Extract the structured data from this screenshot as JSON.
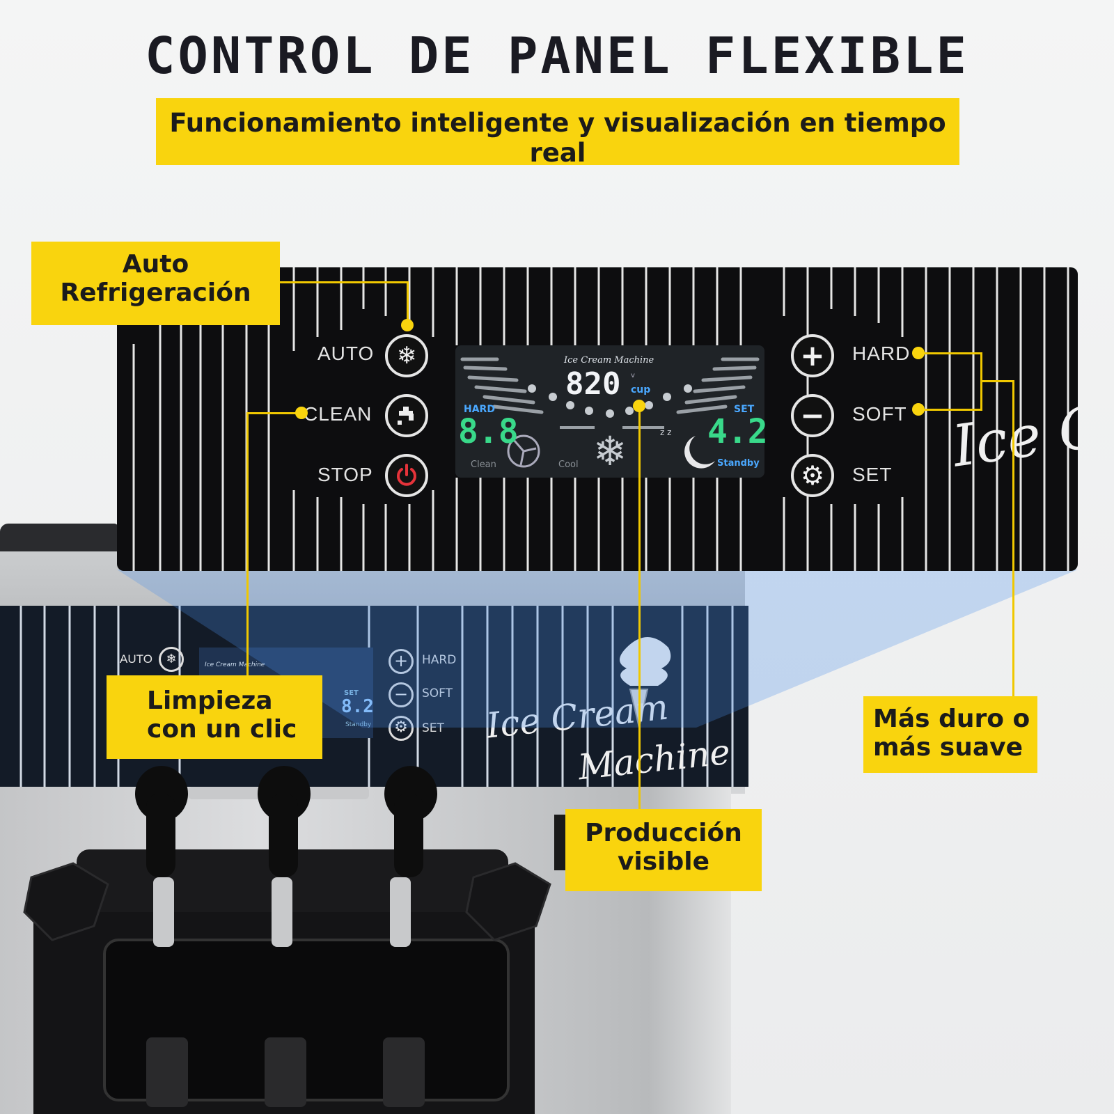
{
  "header": {
    "title": "CONTROL DE PANEL FLEXIBLE",
    "subtitle": "Funcionamiento inteligente y visualización en tiempo real"
  },
  "callouts": {
    "auto": [
      "Auto",
      "Refrigeración"
    ],
    "clean": [
      "Limpieza",
      "con un clic"
    ],
    "production": [
      "Producción",
      "visible"
    ],
    "hardness": [
      "Más duro o",
      "más suave"
    ]
  },
  "panel": {
    "left_buttons": [
      {
        "label": "AUTO",
        "icon": "snowflake-icon"
      },
      {
        "label": "CLEAN",
        "icon": "faucet-icon"
      },
      {
        "label": "STOP",
        "icon": "power-icon"
      }
    ],
    "right_buttons": [
      {
        "label": "HARD",
        "icon": "plus-icon"
      },
      {
        "label": "SOFT",
        "icon": "minus-icon"
      },
      {
        "label": "SET",
        "icon": "gear-icon"
      }
    ],
    "display": {
      "brand": "Ice Cream Machine",
      "cup_count": "820",
      "cup_unit": "cup",
      "v_mark": "v",
      "hard_label": "HARD",
      "hard_value": "8.8",
      "set_label": "SET",
      "set_value": "4.2",
      "clean_label": "Clean",
      "cool_label": "Cool",
      "standby_label": "Standby",
      "zz": "z z"
    },
    "script_text": "Ice C"
  },
  "machine": {
    "auto_label": "AUTO",
    "hard_label": "HARD",
    "soft_label": "SOFT",
    "set_label": "SET",
    "mini_brand": "Ice Cream Machine",
    "mini_set_label": "SET",
    "mini_set_value": "8.2",
    "mini_standby": "Standby",
    "script_line1": "Ice Cream",
    "script_line2": "Machine"
  },
  "colors": {
    "accent_yellow": "#f9d40e",
    "panel_black": "#0d0d0f",
    "digit_green": "#39d98a",
    "stop_red": "#e5333a"
  }
}
